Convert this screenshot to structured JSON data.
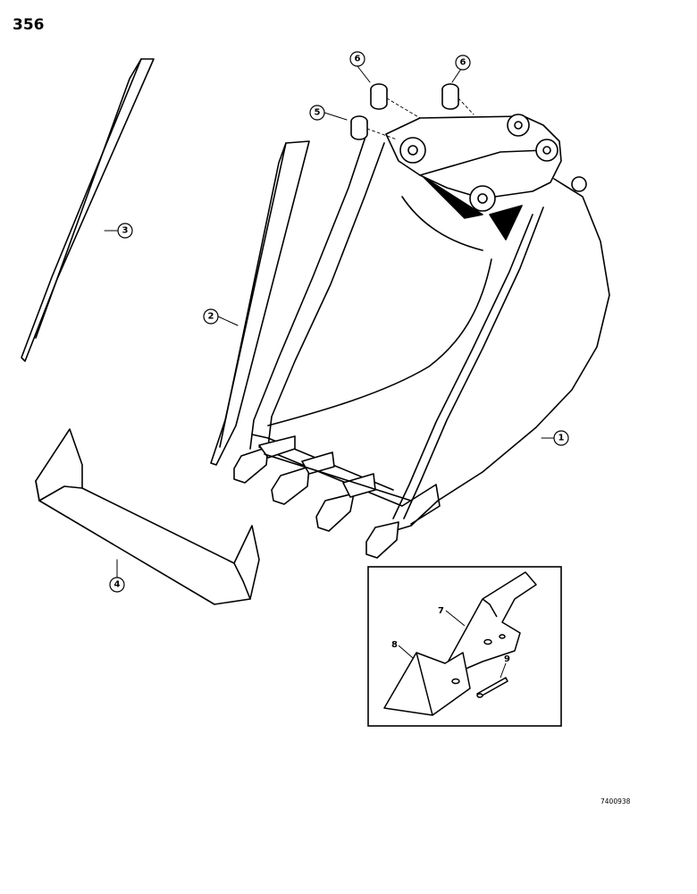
{
  "page": {
    "number": "356",
    "drawing_code": "7400938"
  },
  "callouts": [
    {
      "id": "part-1",
      "label": "1"
    },
    {
      "id": "part-2",
      "label": "2"
    },
    {
      "id": "part-3",
      "label": "3"
    },
    {
      "id": "part-4",
      "label": "4"
    },
    {
      "id": "part-5",
      "label": "5"
    },
    {
      "id": "part-6a",
      "label": "6"
    },
    {
      "id": "part-6b",
      "label": "6"
    }
  ],
  "inset": {
    "labels": [
      "7",
      "8",
      "9"
    ]
  },
  "colors": {
    "ink": "#000000",
    "paper": "#ffffff"
  }
}
